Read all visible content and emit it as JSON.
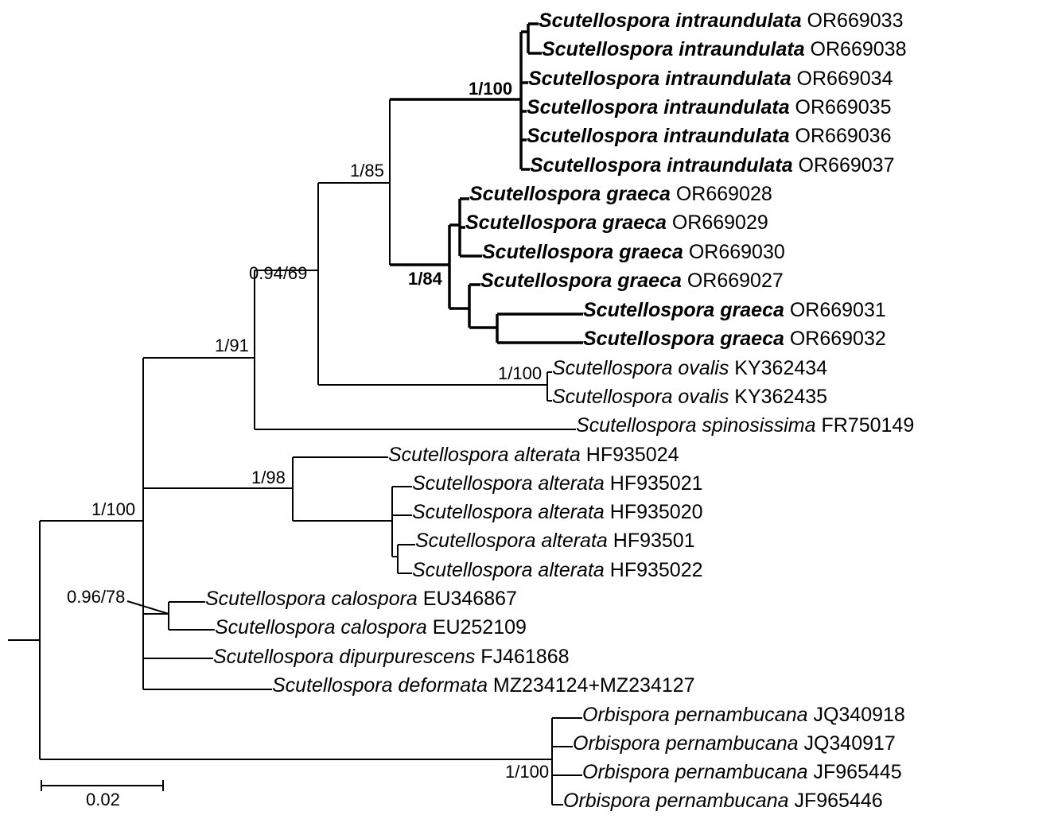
{
  "leaves": [
    {
      "id": "t1",
      "species": "Scutellospora intraundulata",
      "accession": "OR669033",
      "bold": true
    },
    {
      "id": "t2",
      "species": "Scutellospora intraundulata",
      "accession": "OR669038",
      "bold": true
    },
    {
      "id": "t3",
      "species": "Scutellospora intraundulata",
      "accession": "OR669034",
      "bold": true
    },
    {
      "id": "t4",
      "species": "Scutellospora intraundulata",
      "accession": "OR669035",
      "bold": true
    },
    {
      "id": "t5",
      "species": "Scutellospora intraundulata",
      "accession": "OR669036",
      "bold": true
    },
    {
      "id": "t6",
      "species": "Scutellospora intraundulata",
      "accession": "OR669037",
      "bold": true
    },
    {
      "id": "t7",
      "species": "Scutellospora graeca",
      "accession": "OR669028",
      "bold": true
    },
    {
      "id": "t8",
      "species": "Scutellospora graeca",
      "accession": "OR669029",
      "bold": true
    },
    {
      "id": "t9",
      "species": "Scutellospora graeca",
      "accession": "OR669030",
      "bold": true
    },
    {
      "id": "t10",
      "species": "Scutellospora graeca",
      "accession": "OR669027",
      "bold": true
    },
    {
      "id": "t11",
      "species": "Scutellospora graeca",
      "accession": "OR669031",
      "bold": true
    },
    {
      "id": "t12",
      "species": "Scutellospora graeca",
      "accession": "OR669032",
      "bold": true
    },
    {
      "id": "t13",
      "species": "Scutellospora ovalis",
      "accession": "KY362434",
      "bold": false
    },
    {
      "id": "t14",
      "species": "Scutellospora ovalis",
      "accession": "KY362435",
      "bold": false
    },
    {
      "id": "t15",
      "species": "Scutellospora spinosissima",
      "accession": "FR750149",
      "bold": false
    },
    {
      "id": "t16",
      "species": "Scutellospora alterata",
      "accession": "HF935024",
      "bold": false
    },
    {
      "id": "t17",
      "species": "Scutellospora alterata",
      "accession": "HF935021",
      "bold": false
    },
    {
      "id": "t18",
      "species": "Scutellospora alterata",
      "accession": "HF935020",
      "bold": false
    },
    {
      "id": "t19",
      "species": "Scutellospora alterata",
      "accession": "HF93501",
      "bold": false
    },
    {
      "id": "t20",
      "species": "Scutellospora alterata",
      "accession": "HF935022",
      "bold": false
    },
    {
      "id": "t21",
      "species": "Scutellospora calospora",
      "accession": "EU346867",
      "bold": false
    },
    {
      "id": "t22",
      "species": "Scutellospora calospora",
      "accession": "EU252109",
      "bold": false
    },
    {
      "id": "t23",
      "species": "Scutellospora dipurpurescens",
      "accession": "FJ461868",
      "bold": false
    },
    {
      "id": "t24",
      "species": "Scutellospora deformata",
      "accession": "MZ234124+MZ234127",
      "bold": false
    },
    {
      "id": "t25",
      "species": "Orbispora pernambucana",
      "accession": "JQ340918",
      "bold": false
    },
    {
      "id": "t26",
      "species": "Orbispora pernambucana",
      "accession": "JQ340917",
      "bold": false
    },
    {
      "id": "t27",
      "species": "Orbispora pernambucana",
      "accession": "JF965445",
      "bold": false
    },
    {
      "id": "t28",
      "species": "Orbispora pernambucana",
      "accession": "JF965446",
      "bold": false
    }
  ],
  "support_values": [
    {
      "id": "s1",
      "text": "1/100",
      "bold": true
    },
    {
      "id": "s2",
      "text": "1/85",
      "bold": false
    },
    {
      "id": "s3",
      "text": "1/84",
      "bold": true
    },
    {
      "id": "s4",
      "text": "0.94/69",
      "bold": false
    },
    {
      "id": "s5",
      "text": "1/100",
      "bold": false
    },
    {
      "id": "s6",
      "text": "1/91",
      "bold": false
    },
    {
      "id": "s7",
      "text": "1/98",
      "bold": false
    },
    {
      "id": "s8",
      "text": "1/100",
      "bold": false
    },
    {
      "id": "s9",
      "text": "0.96/78",
      "bold": false
    },
    {
      "id": "s10",
      "text": "1/100",
      "bold": false
    }
  ],
  "scale_bar": {
    "label": "0.02"
  },
  "colors": {
    "line": "#000000",
    "background": "#ffffff"
  }
}
